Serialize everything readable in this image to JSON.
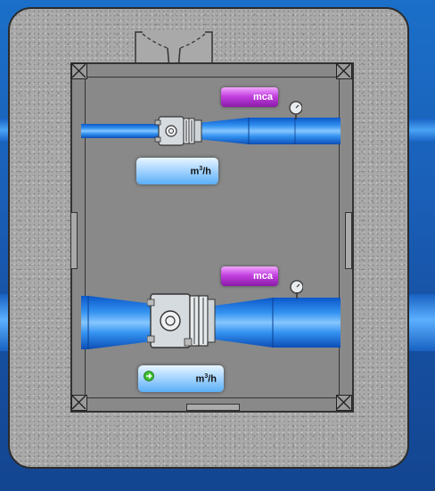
{
  "pressure_label_top": "mca",
  "pressure_label_bottom": "mca",
  "flow_unit_prefix": "m",
  "flow_unit_sup": "3",
  "flow_unit_suffix": "/h",
  "pipe_color": "#2f8cf0",
  "pressure_badge_color": "#c341e0",
  "flow_badge_color": "#a9d6ff",
  "icons": [
    "valve-icon",
    "pressure-gauge-icon",
    "arrow-right-icon",
    "door-icon"
  ]
}
